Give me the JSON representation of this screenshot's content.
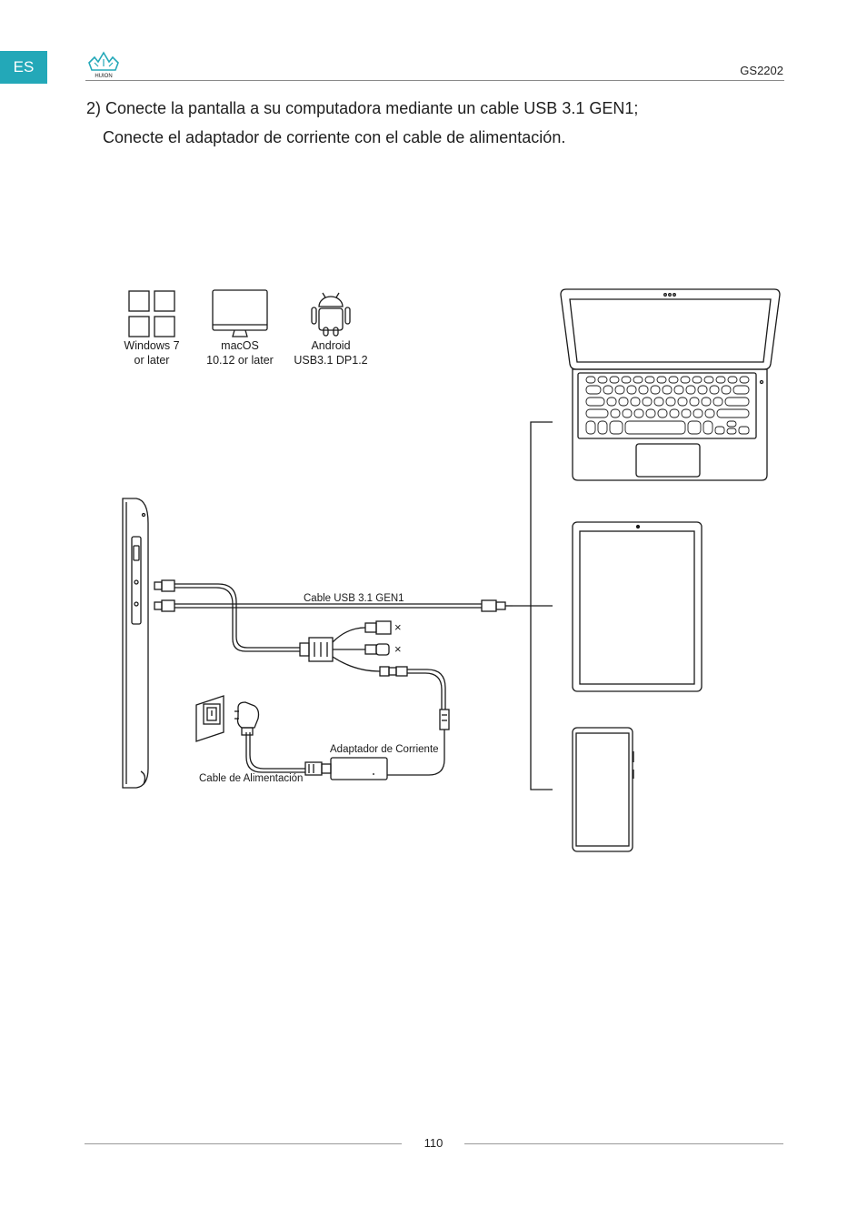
{
  "header": {
    "lang_tab": "ES",
    "model": "GS2202",
    "logo_text": "HUION"
  },
  "instructions": {
    "line1": "2) Conecte la pantalla a su computadora mediante un cable USB 3.1 GEN1;",
    "line2": "Conecte el adaptador de corriente con el cable de alimentación."
  },
  "diagram": {
    "os": [
      {
        "icon": "windows-icon",
        "line1": "Windows 7",
        "line2": "or later"
      },
      {
        "icon": "macos-monitor-icon",
        "line1": "macOS",
        "line2": "10.12 or later"
      },
      {
        "icon": "android-icon",
        "line1": "Android",
        "line2": "USB3.1 DP1.2"
      }
    ],
    "labels": {
      "usb_cable": "Cable USB 3.1 GEN1",
      "power_adapter": "Adaptador de Corriente",
      "power_cable": "Cable de Alimentación",
      "x_mark": "×"
    },
    "devices": [
      "laptop-icon",
      "tablet-icon",
      "phone-icon"
    ]
  },
  "footer": {
    "page_number": "110"
  },
  "colors": {
    "accent": "#23a8b8",
    "line": "#1a1a1a"
  }
}
